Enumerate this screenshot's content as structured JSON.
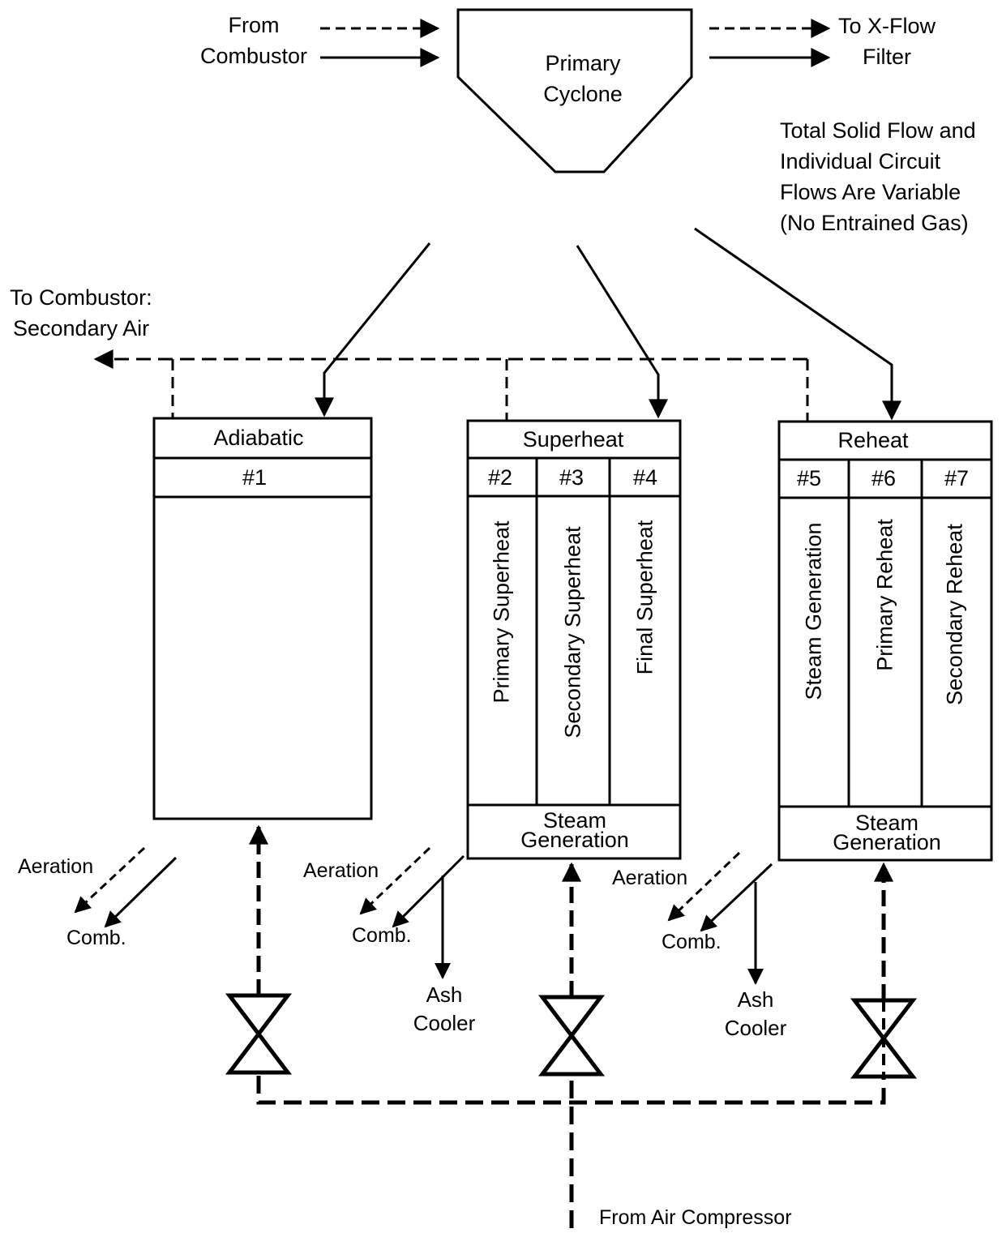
{
  "top": {
    "from_combustor": [
      "From",
      "Combustor"
    ],
    "cyclone": [
      "Primary",
      "Cyclone"
    ],
    "to_filter": [
      "To X-Flow",
      "Filter"
    ],
    "note": [
      "Total Solid Flow and",
      "Individual Circuit",
      "Flows Are Variable",
      "(No Entrained Gas)"
    ],
    "secondary_air": [
      "To Combustor:",
      "Secondary Air"
    ]
  },
  "adiabatic": {
    "title": "Adiabatic",
    "cells": [
      "#1"
    ]
  },
  "superheat": {
    "title": "Superheat",
    "cells": [
      "#2",
      "#3",
      "#4"
    ],
    "columns": [
      "Primary Superheat",
      "Secondary Superheat",
      "Final Superheat"
    ],
    "footer": [
      "Steam",
      "Generation"
    ]
  },
  "reheat": {
    "title": "Reheat",
    "cells": [
      "#5",
      "#6",
      "#7"
    ],
    "columns": [
      "Steam Generation",
      "Primary Reheat",
      "Secondary Reheat"
    ],
    "footer": [
      "Steam",
      "Generation"
    ]
  },
  "outlets": {
    "aeration": "Aeration",
    "comb": "Comb.",
    "ash_cooler": [
      "Ash",
      "Cooler"
    ]
  },
  "bottom": {
    "air_compressor": "From Air Compressor"
  }
}
